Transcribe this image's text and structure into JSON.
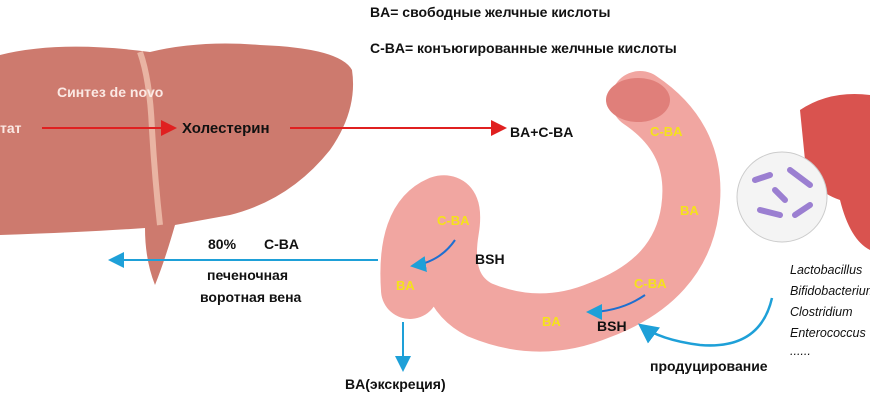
{
  "legend": {
    "ba": "BA= свободные желчные кислоты",
    "cba": "C-BA= конъюгированные желчные кислоты"
  },
  "liver": {
    "synthesis": "Синтез de novo",
    "source": "тат",
    "cholesterol": "Холестерин"
  },
  "flow": {
    "ba_cba": "BA+C-BA",
    "percent": "80%",
    "percent_label": "C-BA",
    "portal1": "печеночная",
    "portal2": "воротная вена",
    "excretion": "BA(экскреция)",
    "producing": "продуцирование"
  },
  "intestine": {
    "labels": [
      "C-BA",
      "BA",
      "C-BA",
      "BA",
      "C-BA",
      "BA"
    ],
    "enzyme": "BSH"
  },
  "bacteria": [
    "Lactobacillus",
    "Bifidobacterium",
    "Clostridium",
    "Enterococcus",
    "......"
  ],
  "colors": {
    "liver": "#cd7a6e",
    "intestine": "#f1a6a1",
    "arrow_red": "#e02020",
    "arrow_blue": "#1ea0d8",
    "label_yellow": "#f5e21a"
  }
}
